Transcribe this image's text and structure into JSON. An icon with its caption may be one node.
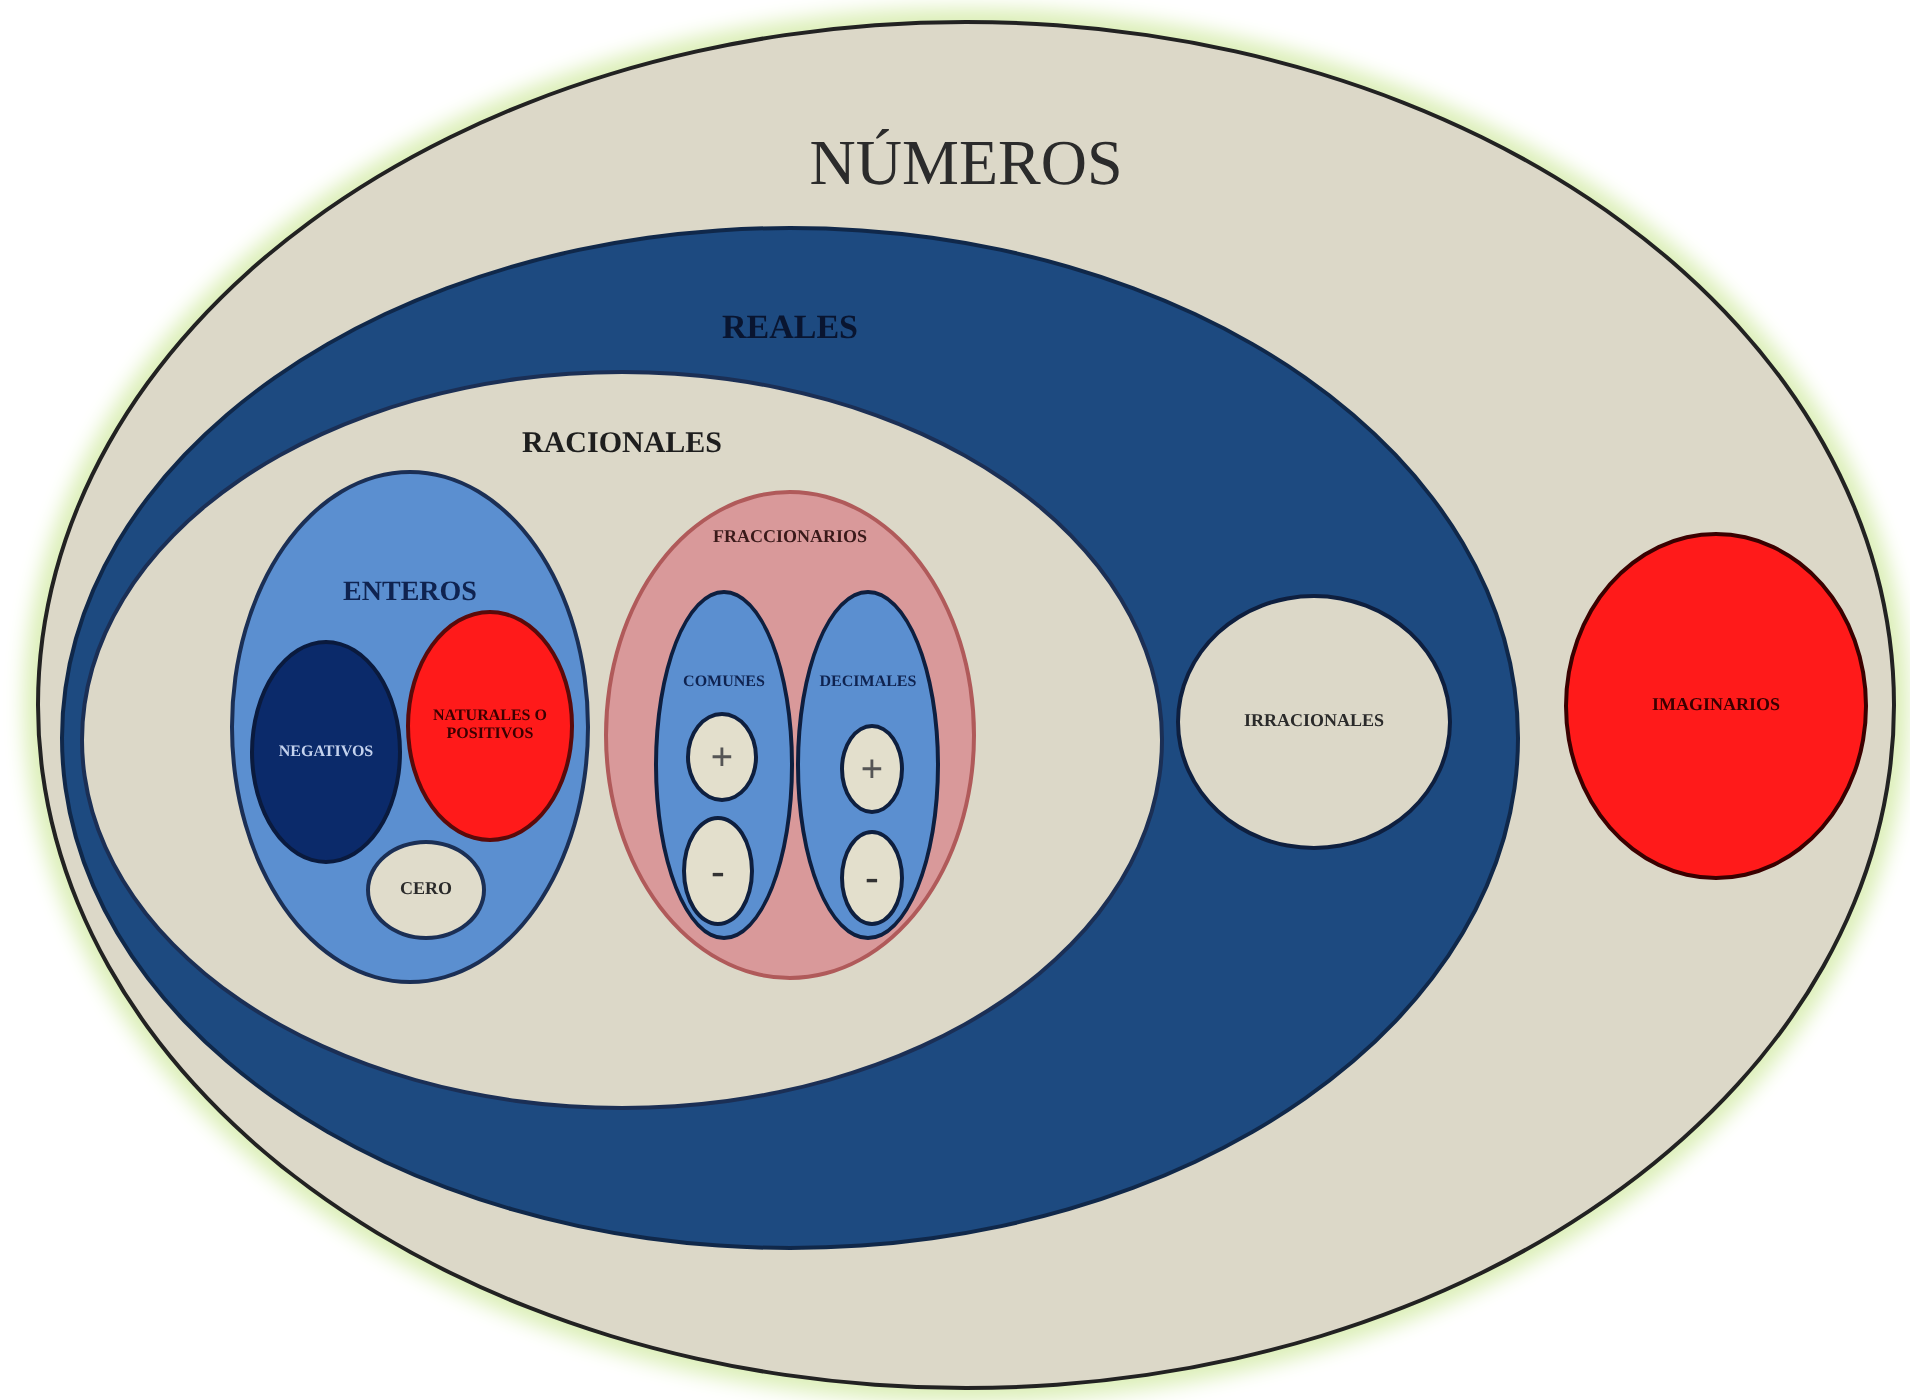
{
  "diagram": {
    "nodes": [
      {
        "text": [
          "NÚMEROS"
        ]
      },
      {
        "text": [
          "REALES"
        ],
        "in": 0
      },
      {
        "text": [
          "RACIONALES"
        ],
        "in": 1
      },
      {
        "text": [
          "ENTEROS"
        ],
        "in": 2
      },
      {
        "text": [
          "NEGATIVOS"
        ],
        "in": 3
      },
      {
        "text": [
          "NATURALES O POSITIVOS"
        ],
        "in": 3
      },
      {
        "text": [
          "CERO"
        ],
        "in": 3
      },
      {
        "text": [
          "FRACCIONARIOS"
        ],
        "in": 2
      },
      {
        "text": [
          "COMUNES"
        ],
        "in": 7
      },
      {
        "text": [
          "+"
        ],
        "in": 8
      },
      {
        "text": [
          "-"
        ],
        "in": 8
      },
      {
        "text": [
          "DECIMALES"
        ],
        "in": 7
      },
      {
        "text": [
          "+"
        ],
        "in": 11
      },
      {
        "text": [
          "-"
        ],
        "in": 11
      },
      {
        "text": [
          "IRRACIONALES"
        ],
        "in": 1
      },
      {
        "text": [
          "IMAGINARIOS"
        ],
        "in": 0
      }
    ],
    "edges": []
  }
}
